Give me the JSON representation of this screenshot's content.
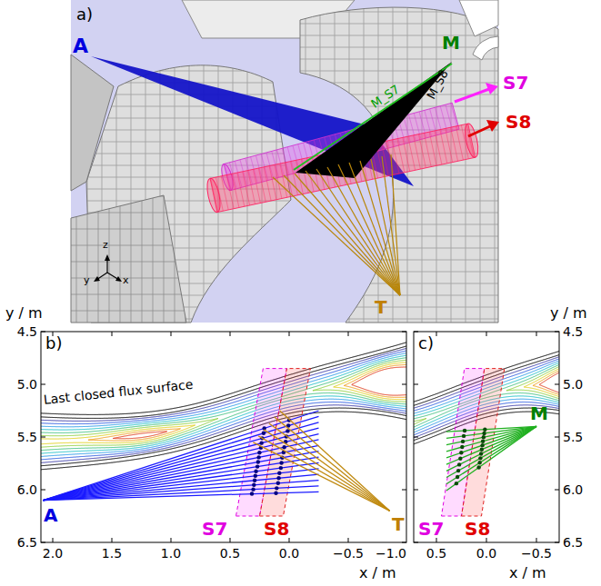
{
  "diagram": {
    "labels": [
      "a)",
      "A",
      "M",
      "M_S7",
      "M_S8",
      "S7",
      "S8",
      "T",
      "z",
      "y",
      "x",
      "b)",
      "y / m",
      "4.5",
      "5.0",
      "5.5",
      "6.0",
      "6.5",
      "Last closed flux surface",
      "A",
      "S7",
      "S8",
      "T",
      "2.0",
      "1.5",
      "1.0",
      "0.5",
      "0.0",
      "−0.5",
      "−1.0",
      "x / m",
      "c)",
      "y / m",
      "4.5",
      "5.0",
      "5.5",
      "6.0",
      "6.5",
      "M",
      "S7",
      "S8",
      "0.5",
      "0.0",
      "−0.5",
      "x / m"
    ]
  }
}
